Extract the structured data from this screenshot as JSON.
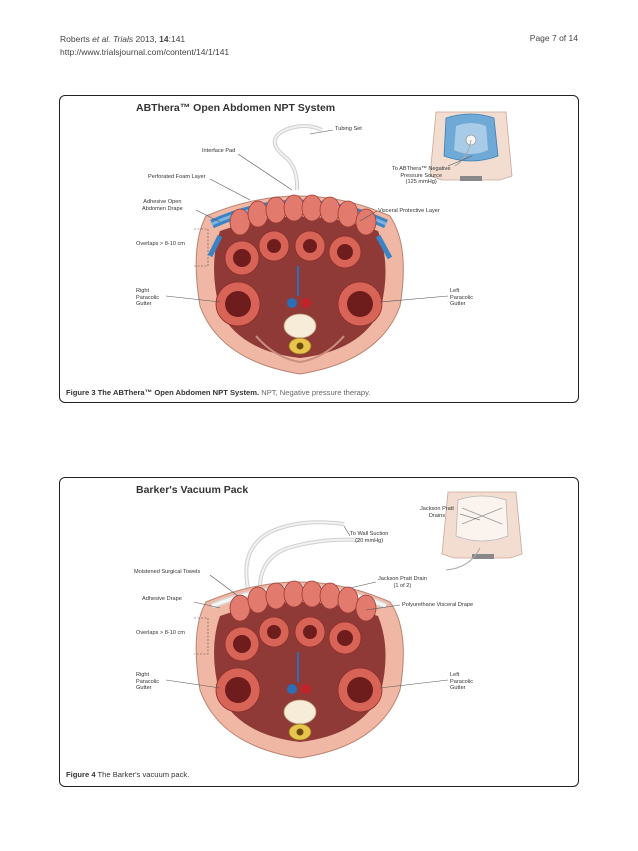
{
  "header": {
    "author": "Roberts",
    "etal": "et al.",
    "journal": "Trials",
    "year": "2013,",
    "volume": "14",
    "article": ":141",
    "url": "http://www.trialsjournal.com/content/14/1/141",
    "page": "Page 7 of 14"
  },
  "figure3": {
    "title": "ABThera™ Open Abdomen NPT System",
    "caption_label": "Figure 3 The ABThera™ Open Abdomen NPT System.",
    "caption_text": "NPT, Negative pressure therapy.",
    "labels": {
      "tubing": "Tubing Set",
      "interface": "Interface Pad",
      "foam": "Perforated Foam Layer",
      "drape1": "Adhesive Open",
      "drape2": "Abdomen Drape",
      "overlaps": "Overlaps > 8-10 cm",
      "visceral": "Visceral Protective Layer",
      "source1": "To ABThera™ Negative",
      "source2": "Pressure Source",
      "source3": "(125 mmHg)",
      "right1": "Right",
      "right2": "Paracolic",
      "right3": "Gutter",
      "left1": "Left",
      "left2": "Paracolic",
      "left3": "Gutter"
    }
  },
  "figure4": {
    "title": "Barker's Vacuum Pack",
    "caption_label": "Figure 4",
    "caption_text": "The Barker's vacuum pack.",
    "labels": {
      "jp1": "Jackson Pratt",
      "jp2": "Drains",
      "wall1": "To Wall Suction",
      "wall2": "(20 mmHg)",
      "towels": "Moistened Surgical Towels",
      "jpdrain1": "Jackson Pratt Drain",
      "jpdrain2": "(1 of 2)",
      "drape": "Adhesive Drape",
      "poly": "Polyurethane Visceral Drape",
      "overlaps": "Overlaps > 8-10 cm",
      "right1": "Right",
      "right2": "Paracolic",
      "right3": "Gutter",
      "left1": "Left",
      "left2": "Paracolic",
      "left3": "Gutter"
    }
  }
}
